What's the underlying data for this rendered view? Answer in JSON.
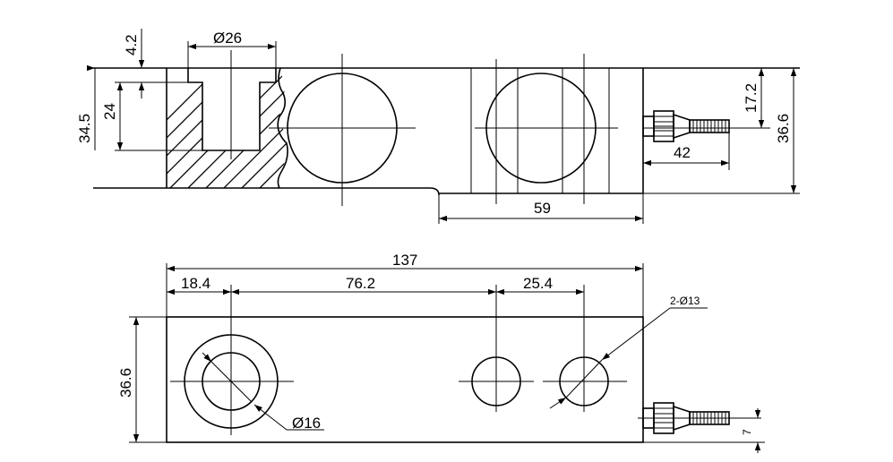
{
  "drawing": {
    "side_view": {
      "dim_4_2": "4.2",
      "dim_diameter_26": "Ø26",
      "dim_24": "24",
      "dim_34_5": "34.5",
      "dim_17_2": "17.2",
      "dim_36_6": "36.6",
      "dim_42": "42",
      "dim_59": "59"
    },
    "top_view": {
      "dim_137": "137",
      "dim_18_4": "18.4",
      "dim_76_2": "76.2",
      "dim_25_4": "25.4",
      "dim_2_dia_13": "2-Ø13",
      "dim_36_6": "36.6",
      "dim_diameter_16": "Ø16",
      "dim_7": "7"
    }
  }
}
